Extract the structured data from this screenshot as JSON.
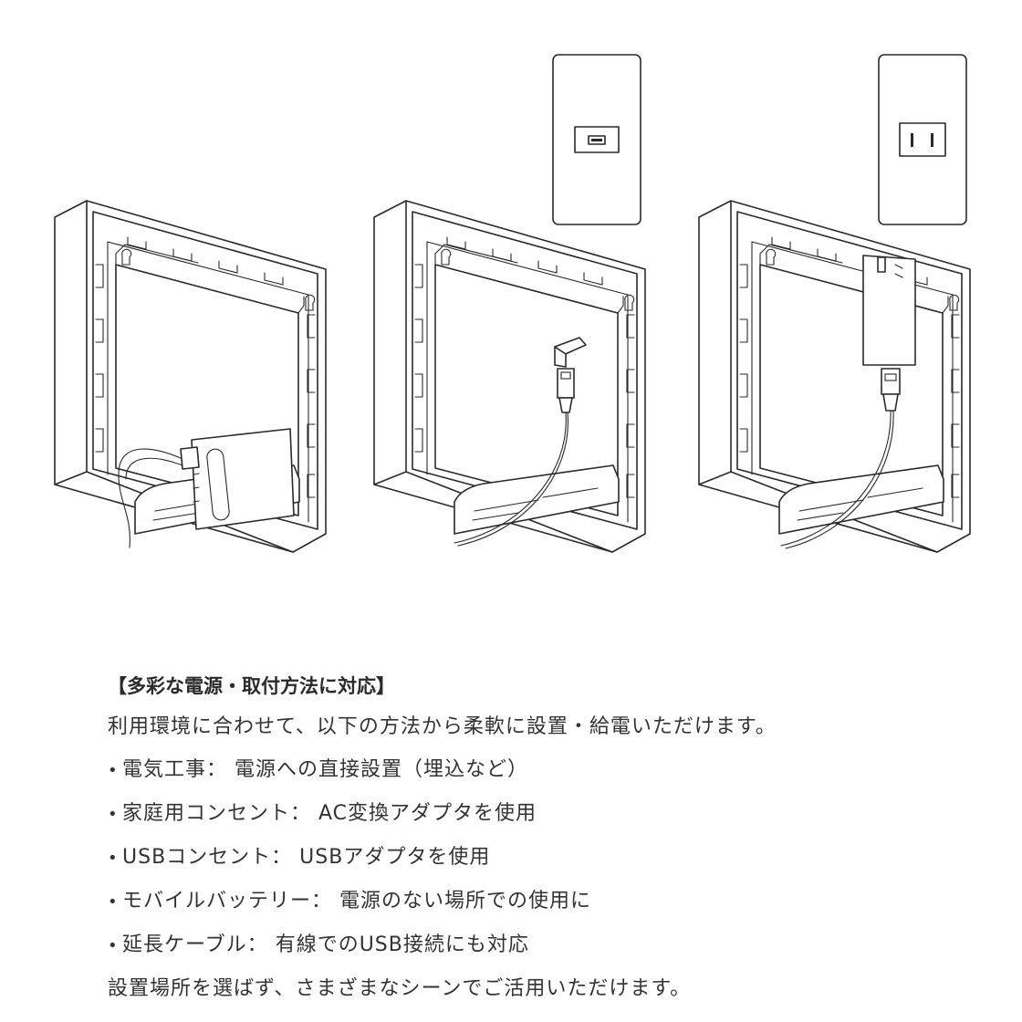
{
  "illustrations": [
    {
      "id": "battery",
      "description_icon": "mobile-battery-icon"
    },
    {
      "id": "usb",
      "description_icon": "usb-outlet-icon"
    },
    {
      "id": "ac",
      "description_icon": "ac-outlet-icon"
    }
  ],
  "heading": "【多彩な電源・取付方法に対応】",
  "intro": "利用環境に合わせて、以下の方法から柔軟に設置・給電いただけます。",
  "methods": [
    {
      "label": "電気工事：",
      "detail": "電源への直接設置（埋込など）"
    },
    {
      "label": "家庭用コンセント：",
      "detail": "AC変換アダプタを使用"
    },
    {
      "label": "USBコンセント：",
      "detail": "USBアダプタを使用"
    },
    {
      "label": "モバイルバッテリー：",
      "detail": "電源のない場所での使用に"
    },
    {
      "label": "延長ケーブル：",
      "detail": "有線でのUSB接続にも対応"
    }
  ],
  "bullet": "•",
  "closing": "設置場所を選ばず、さまざまなシーンでご活用いただけます。"
}
